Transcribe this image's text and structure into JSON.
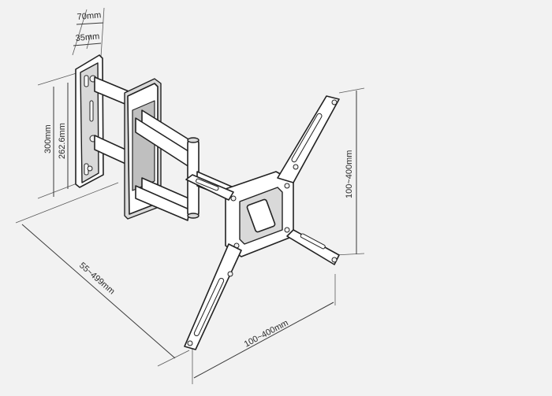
{
  "dimensions": {
    "depth_outer": "70mm",
    "depth_inner": "35mm",
    "wall_plate_height": "300mm",
    "wall_hole_spacing": "262.6mm",
    "extension": "55~499mm",
    "vesa_horizontal": "100~400mm",
    "vesa_vertical": "100~400mm"
  }
}
